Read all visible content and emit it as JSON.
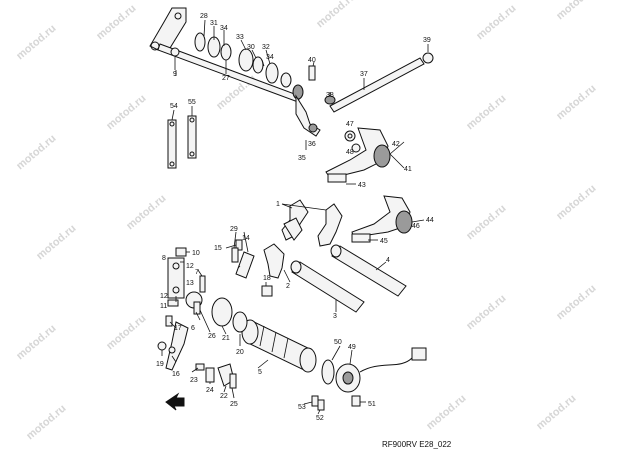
{
  "watermark": "motod.ru",
  "ref_code": "RF900RV E28_022",
  "callouts": {
    "c1": "1",
    "c2": "2",
    "c3": "3",
    "c4": "4",
    "c5": "5",
    "c6": "6",
    "c7": "7",
    "c8": "8",
    "c9": "9",
    "c10": "10",
    "c11": "11",
    "c12": "12",
    "c13": "13",
    "c14": "14",
    "c15": "15",
    "c16": "16",
    "c17": "17",
    "c18": "18",
    "c19": "19",
    "c20": "20",
    "c21": "21",
    "c22": "22",
    "c23": "23",
    "c24": "24",
    "c25": "25",
    "c26": "26",
    "c27": "27",
    "c28": "28",
    "c29": "29",
    "c30": "30",
    "c31": "31",
    "c32": "32",
    "c33": "33",
    "c34": "34",
    "c35": "35",
    "c36": "36",
    "c37": "37",
    "c38": "38",
    "c39": "39",
    "c40": "40",
    "c41": "41",
    "c42": "42",
    "c43": "43",
    "c44": "44",
    "c45": "45",
    "c46": "46",
    "c47": "47",
    "c48": "48",
    "c49": "49",
    "c50": "50",
    "c51": "51",
    "c52": "52",
    "c53": "53",
    "c54": "54",
    "c55": "55"
  }
}
